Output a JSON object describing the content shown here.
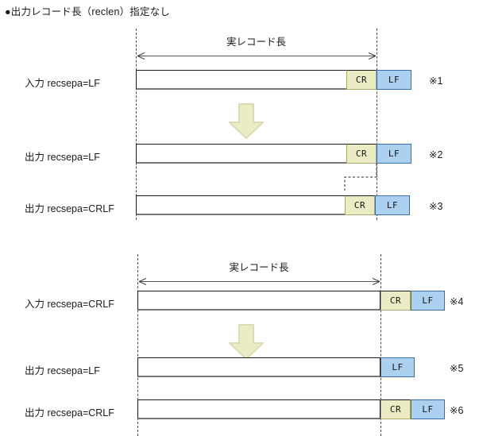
{
  "title": "●出力レコード長（reclen）指定なし",
  "colors": {
    "cr_fill": "#ececc4",
    "cr_border": "#a8a868",
    "lf_fill": "#abd0f0",
    "lf_border": "#3b6ea8",
    "bar_border": "#1a1a1a",
    "bar_shadow": "#777777",
    "guide_line": "#4a4a4a",
    "arrow_fill": "#ececc4",
    "arrow_border": "#d8d8b0",
    "text": "#1a1a1a"
  },
  "labels": {
    "cr": "CR",
    "lf": "LF"
  },
  "sections": [
    {
      "dimension_caption": "実レコード長",
      "transform_arrow": "down-arrow",
      "rows": [
        {
          "label": "入力 recsepa=LF",
          "note": "※1",
          "cells": [
            "CR",
            "LF"
          ]
        },
        {
          "label": "出力 recsepa=LF",
          "note": "※2",
          "cells": [
            "CR",
            "LF"
          ]
        },
        {
          "label": "出力 recsepa=CRLF",
          "note": "※3",
          "cells": [
            "CR",
            "LF"
          ]
        }
      ]
    },
    {
      "dimension_caption": "実レコード長",
      "transform_arrow": "down-arrow",
      "rows": [
        {
          "label": "入力 recsepa=CRLF",
          "note": "※4",
          "cells": [
            "CR",
            "LF"
          ]
        },
        {
          "label": "出力 recsepa=LF",
          "note": "※5",
          "cells": [
            "LF"
          ]
        },
        {
          "label": "出力 recsepa=CRLF",
          "note": "※6",
          "cells": [
            "CR",
            "LF"
          ]
        }
      ]
    }
  ]
}
